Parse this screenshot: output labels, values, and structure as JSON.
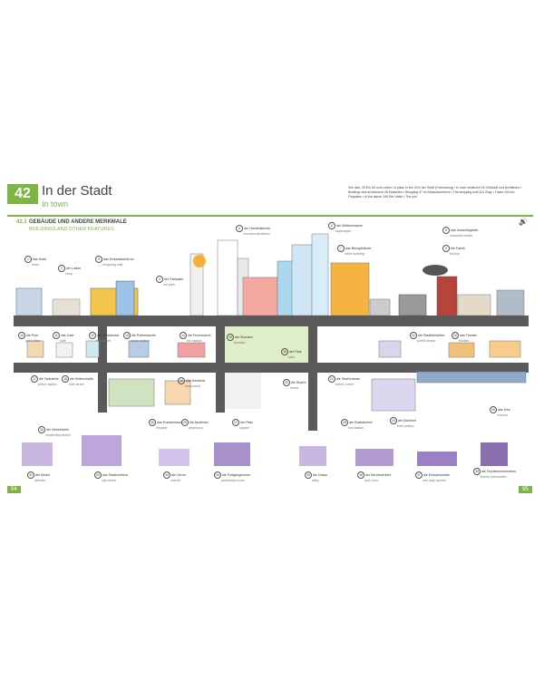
{
  "header": {
    "number": "42",
    "title_de": "In der Stadt",
    "title_en": "In town",
    "see_also": "See also: 25 Ein Ort zum Leben • A place to live 43 In der Stadt (Fortsetzung) • In town continued 44 Gebäude und Architektur • Buildings and architecture 46 Einkaufen • Shopping 47 Im Einkaufszentrum • The shopping mall 102 Züge • Trains 104 Am Flughafen • At the airport 106 Der Hafen • The port"
  },
  "section": {
    "number": "42.1",
    "title_de": "GEBÄUDE UND ANDERE MERKMALE",
    "title_en": "BUILDINGS AND OTHER FEATURES"
  },
  "labels": [
    {
      "n": "1",
      "de": "das Hotel",
      "en": "hotel"
    },
    {
      "n": "2",
      "de": "der Laden",
      "en": "shop"
    },
    {
      "n": "3",
      "de": "das Einkaufszentrum",
      "en": "shopping mall"
    },
    {
      "n": "4",
      "de": "der Parkplatz",
      "en": "car park"
    },
    {
      "n": "5",
      "de": "der Handelsbezirk",
      "en": "commercial district"
    },
    {
      "n": "6",
      "de": "der Wolkenkratzer",
      "en": "skyscraper"
    },
    {
      "n": "7",
      "de": "das Bürogebäude",
      "en": "office building"
    },
    {
      "n": "8",
      "de": "das Industriegebiet",
      "en": "industrial estate"
    },
    {
      "n": "9",
      "de": "die Fabrik",
      "en": "factory"
    },
    {
      "n": "10",
      "de": "die Post",
      "en": "post office"
    },
    {
      "n": "11",
      "de": "das Café",
      "en": "café"
    },
    {
      "n": "12",
      "de": "das Restaurant",
      "en": "restaurant"
    },
    {
      "n": "13",
      "de": "die Polizeiwache",
      "en": "police station"
    },
    {
      "n": "14",
      "de": "die Feuerwache",
      "en": "fire station"
    },
    {
      "n": "15",
      "de": "der Brunnen",
      "en": "fountain"
    },
    {
      "n": "16",
      "de": "der Park",
      "en": "park"
    },
    {
      "n": "17",
      "de": "die Tankstelle",
      "en": "petrol station"
    },
    {
      "n": "18",
      "de": "die Seitenstraße",
      "en": "side street"
    },
    {
      "n": "19",
      "de": "das Denkmal",
      "en": "monument"
    },
    {
      "n": "20",
      "de": "die Straße",
      "en": "street"
    },
    {
      "n": "21",
      "de": "die Straßenecke",
      "en": "street corner"
    },
    {
      "n": "22",
      "de": "die Stadtbibliothek",
      "en": "public library"
    },
    {
      "n": "23",
      "de": "das Theater",
      "en": "theatre"
    },
    {
      "n": "24",
      "de": "der Bahnhof",
      "en": "train station"
    },
    {
      "n": "25",
      "de": "das Krankenhaus",
      "en": "hospital"
    },
    {
      "n": "26",
      "de": "die Apotheke",
      "en": "pharmacy"
    },
    {
      "n": "27",
      "de": "der Platz",
      "en": "square"
    },
    {
      "n": "28",
      "de": "der Busbahnhof",
      "en": "bus station"
    },
    {
      "n": "29",
      "de": "das Kino",
      "en": "cinema"
    },
    {
      "n": "30",
      "de": "der Wohnbezirk",
      "en": "residential district"
    },
    {
      "n": "31",
      "de": "der Bezirk",
      "en": "districts"
    },
    {
      "n": "32",
      "de": "das Stadtzentrum",
      "en": "city centre"
    },
    {
      "n": "33",
      "de": "der Vorort",
      "en": "suburb"
    },
    {
      "n": "34",
      "de": "die Fußgängerzone",
      "en": "pedestrian zone"
    },
    {
      "n": "35",
      "de": "die Gasse",
      "en": "alley"
    },
    {
      "n": "36",
      "de": "der Berufsverkehr",
      "en": "rush hour"
    },
    {
      "n": "37",
      "de": "die Einbahnstraße",
      "en": "one-way system"
    },
    {
      "n": "38",
      "de": "die Touristeninformation",
      "en": "tourist information"
    }
  ],
  "pages": {
    "left": "94",
    "right": "95"
  },
  "colors": {
    "accent": "#7db544",
    "road": "#5a5a5a",
    "park": "#dfeec9",
    "purple": "#8a6fb0"
  }
}
